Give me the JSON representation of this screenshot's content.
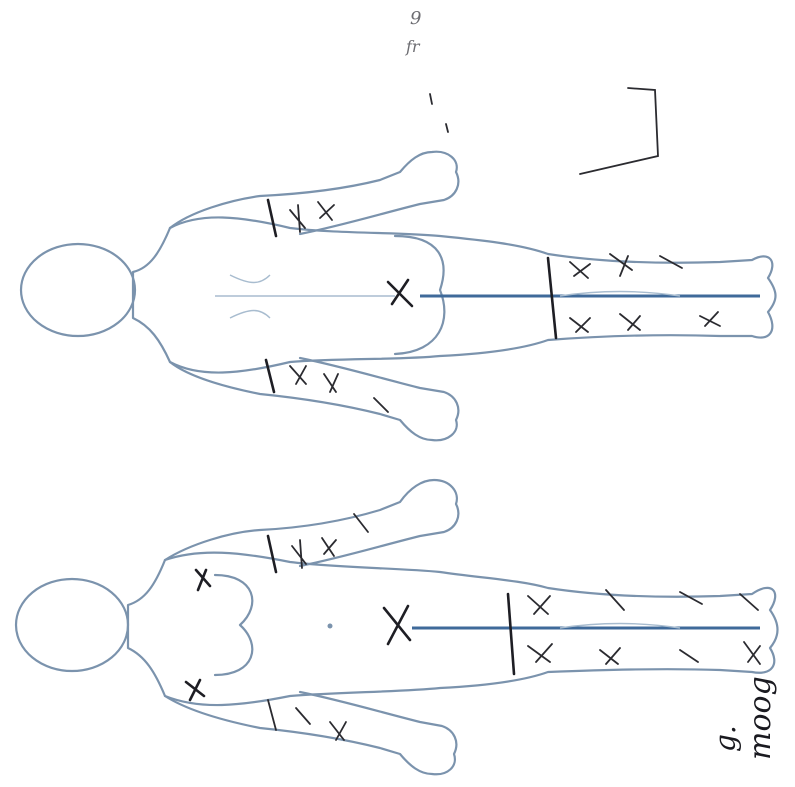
{
  "handwriting": {
    "top_right_faint": "9",
    "top_right_faint_2": "fr",
    "bottom_right_line_1": "g.",
    "bottom_right_line_2": "moog"
  },
  "colors": {
    "outline": "#7b93ad",
    "midline": "#3f6a9a",
    "ink": "#1e1e24"
  }
}
